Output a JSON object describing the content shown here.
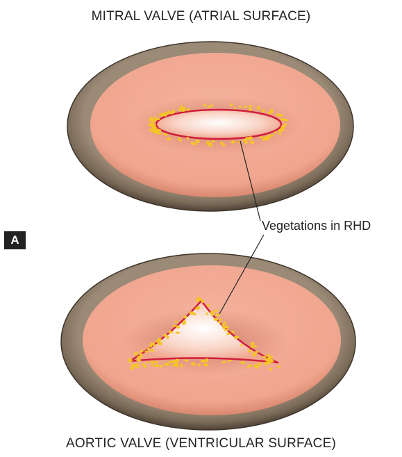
{
  "figure": {
    "panel_label": "A",
    "top_title": "MITRAL VALVE (ATRIAL SURFACE)",
    "bottom_title": "AORTIC VALVE (VENTRICULAR SURFACE)",
    "callout": "Vegetations in RHD"
  },
  "colors": {
    "rim": "#7a6a58",
    "inner_surface": "#f0a58e",
    "orifice_outline": "#d01e3c",
    "vegetation": "#f5c526"
  }
}
